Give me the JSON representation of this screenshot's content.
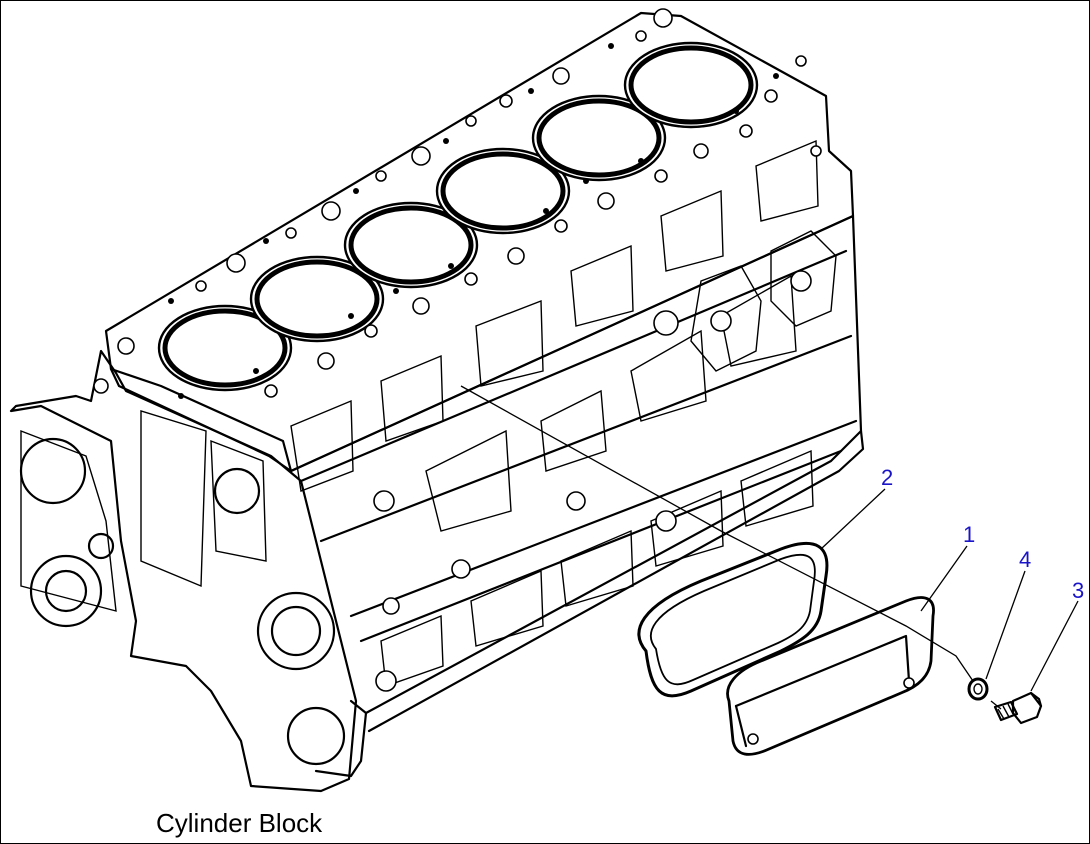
{
  "diagram": {
    "caption": "Cylinder Block",
    "callouts": [
      {
        "id": "callout-2",
        "label": "2"
      },
      {
        "id": "callout-1",
        "label": "1"
      },
      {
        "id": "callout-4",
        "label": "4"
      },
      {
        "id": "callout-3",
        "label": "3"
      }
    ],
    "callout_color": "#1a14c8",
    "line_color": "#000000"
  }
}
